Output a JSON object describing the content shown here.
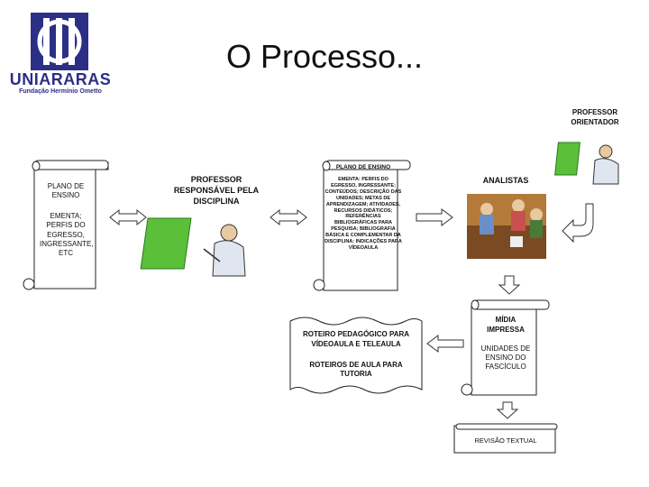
{
  "logo": {
    "name": "UNIARARAS",
    "subtitle": "Fundação Hermínio Ometto"
  },
  "title": "O Processo...",
  "plano_ensino": {
    "title": "PLANO DE ENSINO",
    "body": "EMENTA; PERFIS DO EGRESSO, INGRESSANTE, ETC"
  },
  "professor_responsavel": {
    "label": "PROFESSOR RESPONSÁVEL PELA DISCIPLINA"
  },
  "plano_ensino_detalhe": {
    "title": "PLANO DE ENSINO",
    "body": "EMENTA: PERFIS DO EGRESSO, INGRESSANTE; CONTEÚDOS; DESCRIÇÃO DAS UNIDADES; METAS DE APRENDIZAGEM; ATIVIDADES, RECURSOS DIDÁTICOS; REFERÊNCIAS BIBLIOGRÁFICAS PARA PESQUISA; BIBLIOGRAFIA BÁSICA E COMPLEMENTAR DA DISCIPLINA; INDICAÇÕES PARA VÍDEOAULA"
  },
  "analistas": {
    "label": "ANALISTAS"
  },
  "professor_orientador": {
    "label": "PROFESSOR ORIENTADOR"
  },
  "roteiro": {
    "line1": "ROTEIRO PEDAGÓGICO PARA VÍDEOAULA E TELEAULA",
    "line2": "ROTEIROS DE AULA PARA TUTORIA"
  },
  "midia_impressa": {
    "title": "MÍDIA IMPRESSA",
    "body": "UNIDADES DE ENSINO DO FASCÍCULO"
  },
  "revisao": {
    "label": "REVISÃO TEXTUAL"
  },
  "colors": {
    "logo_blue": "#2c2f86",
    "figure_green": "#5bbf3a"
  }
}
